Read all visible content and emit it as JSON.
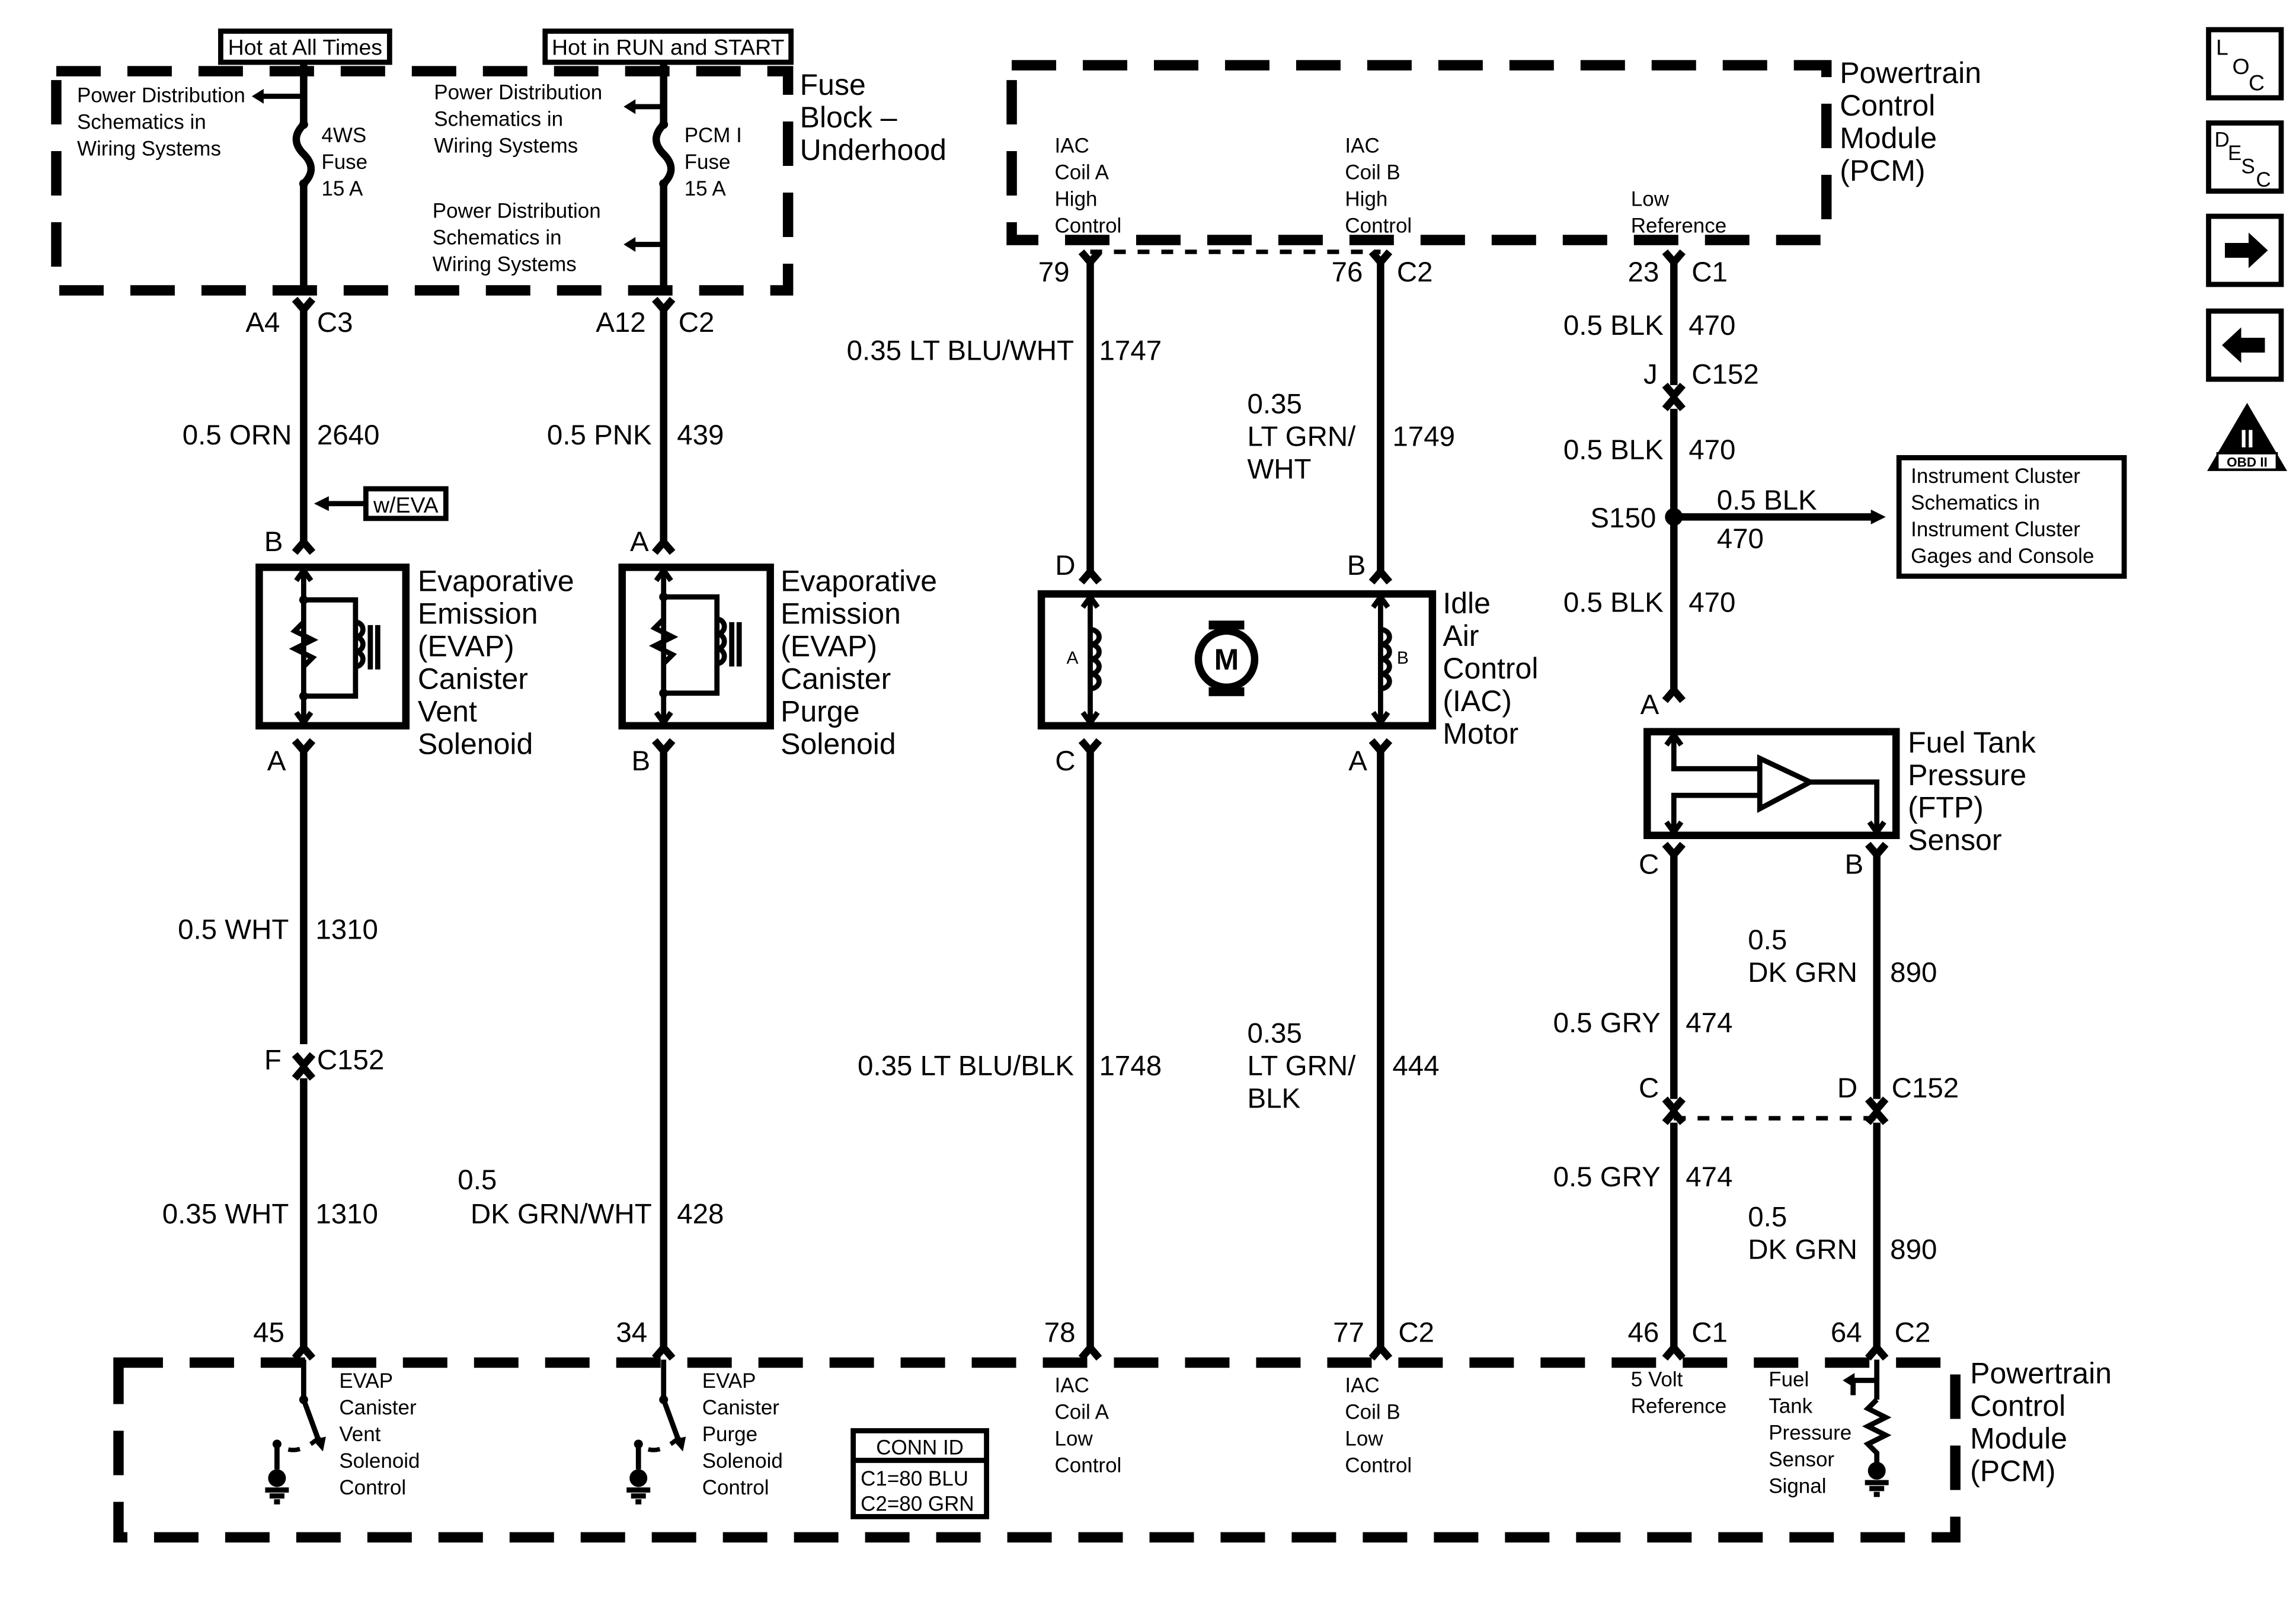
{
  "header": {
    "hot_all_times": "Hot at All Times",
    "hot_run_start": "Hot in RUN and START"
  },
  "fuse_block": {
    "title_1": "Fuse",
    "title_2": "Block –",
    "title_3": "Underhood",
    "pd1": [
      "Power Distribution",
      "Schematics in",
      "Wiring Systems"
    ],
    "pd2": [
      "Power Distribution",
      "Schematics in",
      "Wiring Systems"
    ],
    "pd3": [
      "Power Distribution",
      "Schematics in",
      "Wiring Systems"
    ],
    "fuse_4ws": [
      "4WS",
      "Fuse",
      "15 A"
    ],
    "fuse_pcm": [
      "PCM I",
      "Fuse",
      "15 A"
    ]
  },
  "pcm_top": {
    "title": [
      "Powertrain",
      "Control",
      "Module",
      "(PCM)"
    ],
    "iac_a_high": [
      "IAC",
      "Coil A",
      "High",
      "Control"
    ],
    "iac_b_high": [
      "IAC",
      "Coil B",
      "High",
      "Control"
    ],
    "low_ref": [
      "Low",
      "Reference"
    ]
  },
  "pcm_bottom": {
    "title": [
      "Powertrain",
      "Control",
      "Module",
      "(PCM)"
    ],
    "evap_vent_ctl": [
      "EVAP",
      "Canister",
      "Vent",
      "Solenoid",
      "Control"
    ],
    "evap_purge_ctl": [
      "EVAP",
      "Canister",
      "Purge",
      "Solenoid",
      "Control"
    ],
    "iac_a_low": [
      "IAC",
      "Coil A",
      "Low",
      "Control"
    ],
    "iac_b_low": [
      "IAC",
      "Coil B",
      "Low",
      "Control"
    ],
    "five_volt": [
      "5 Volt",
      "Reference"
    ],
    "ftp_signal": [
      "Fuel",
      "Tank",
      "Pressure",
      "Sensor",
      "Signal"
    ],
    "conn_id": [
      "CONN ID",
      "C1=80 BLU",
      "C2=80 GRN"
    ]
  },
  "components": {
    "vent_solenoid": [
      "Evaporative",
      "Emission",
      "(EVAP)",
      "Canister",
      "Vent",
      "Solenoid"
    ],
    "purge_solenoid": [
      "Evaporative",
      "Emission",
      "(EVAP)",
      "Canister",
      "Purge",
      "Solenoid"
    ],
    "iac_motor": [
      "Idle",
      "Air",
      "Control",
      "(IAC)",
      "Motor"
    ],
    "iac_coil_a": "A",
    "iac_coil_b": "B",
    "motor": "M",
    "ftp_sensor": [
      "Fuel Tank",
      "Pressure",
      "(FTP)",
      "Sensor"
    ],
    "cluster_ref": [
      "Instrument Cluster",
      "Schematics in",
      "Instrument Cluster",
      "Gages and Console"
    ],
    "w_eva": "w/EVA"
  },
  "pins": {
    "a4": "A4",
    "c3": "C3",
    "a12": "A12",
    "c2_top": "C2",
    "p79": "79",
    "p76": "76",
    "c2_pcm": "C2",
    "p23": "23",
    "c1_pcm": "C1",
    "j": "J",
    "c152_j": "C152",
    "s150": "S150",
    "b_vent": "B",
    "a_vent": "A",
    "a_purge": "A",
    "b_purge": "B",
    "d_iac": "D",
    "b_iac": "B",
    "c_iac": "C",
    "a_iac": "A",
    "a_ftp": "A",
    "c_ftp": "C",
    "b_ftp": "B",
    "f": "F",
    "c152_f": "C152",
    "c_c152": "C",
    "d_c152": "D",
    "c152_cd": "C152",
    "p45": "45",
    "p34": "34",
    "p78": "78",
    "p77": "77",
    "c2_b1": "C2",
    "p46": "46",
    "c1_b": "C1",
    "p64": "64",
    "c2_b2": "C2"
  },
  "wires": {
    "w1_top": [
      "0.5 ORN",
      "2640"
    ],
    "w1_mid": [
      "0.5 WHT",
      "1310"
    ],
    "w1_bot": [
      "0.35 WHT",
      "1310"
    ],
    "w2_top": [
      "0.5 PNK",
      "439"
    ],
    "w2_bot": [
      "0.5",
      "DK GRN/WHT",
      "428"
    ],
    "w3_top": [
      "0.35 LT BLU/WHT",
      "1747"
    ],
    "w3_bot": [
      "0.35 LT BLU/BLK",
      "1748"
    ],
    "w4_top": [
      "0.35",
      "LT GRN/",
      "WHT",
      "1749"
    ],
    "w4_bot": [
      "0.35",
      "LT GRN/",
      "BLK",
      "444"
    ],
    "w5_a": [
      "0.5 BLK",
      "470"
    ],
    "w5_b": [
      "0.5 BLK",
      "470"
    ],
    "w5_c": [
      "0.5 BLK",
      "470"
    ],
    "w5_cluster": [
      "0.5 BLK",
      "470"
    ],
    "w6_a": [
      "0.5 GRY",
      "474"
    ],
    "w6_b": [
      "0.5 GRY",
      "474"
    ],
    "w7_a": [
      "0.5",
      "DK GRN",
      "890"
    ],
    "w7_b": [
      "0.5",
      "DK GRN",
      "890"
    ]
  },
  "nav": {
    "loc": [
      "L",
      "O",
      "C"
    ],
    "desc": [
      "D",
      "E",
      "S",
      "C"
    ],
    "obd": [
      "II",
      "OBD II"
    ]
  }
}
